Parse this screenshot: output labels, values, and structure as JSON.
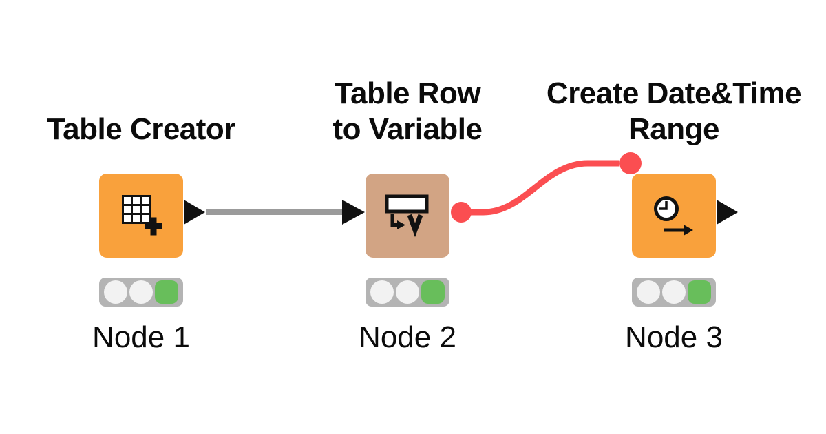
{
  "workflow": {
    "nodes": [
      {
        "label": "Table Creator",
        "name": "Node 1",
        "body_color": "#F9A13C",
        "icon": "table-grid-plus-icon",
        "status_lights": {
          "red": "off",
          "yellow": "off",
          "green": "on"
        },
        "state": "executed",
        "out_port": "data-triangle"
      },
      {
        "label": "Table Row\nto Variable",
        "name": "Node 2",
        "body_color": "#D2A484",
        "icon": "table-row-to-variable-icon",
        "status_lights": {
          "red": "off",
          "yellow": "off",
          "green": "on"
        },
        "state": "executed",
        "in_port": "data-triangle",
        "out_port": "flow-variable-circle"
      },
      {
        "label": "Create Date&Time\nRange",
        "name": "Node 3",
        "body_color": "#F9A13C",
        "icon": "clock-arrow-icon",
        "status_lights": {
          "red": "off",
          "yellow": "off",
          "green": "on"
        },
        "state": "executed",
        "in_port": "flow-variable-circle",
        "out_port": "data-triangle"
      }
    ],
    "connections": [
      {
        "from": "Node 1",
        "to": "Node 2",
        "type": "data",
        "color": "#9B9B9B"
      },
      {
        "from": "Node 2",
        "to": "Node 3",
        "type": "flow-variable",
        "color": "#FB4E51"
      }
    ],
    "colors": {
      "node_orange": "#F9A13C",
      "node_tan": "#D2A484",
      "flow_variable_red": "#FB4E51",
      "data_wire_gray": "#9B9B9B",
      "status_strip_gray": "#B4B4B4",
      "status_off_white": "#F2F2F2",
      "status_green": "#68BE5B",
      "port_black": "#111111",
      "background": "#FFFFFF"
    }
  }
}
